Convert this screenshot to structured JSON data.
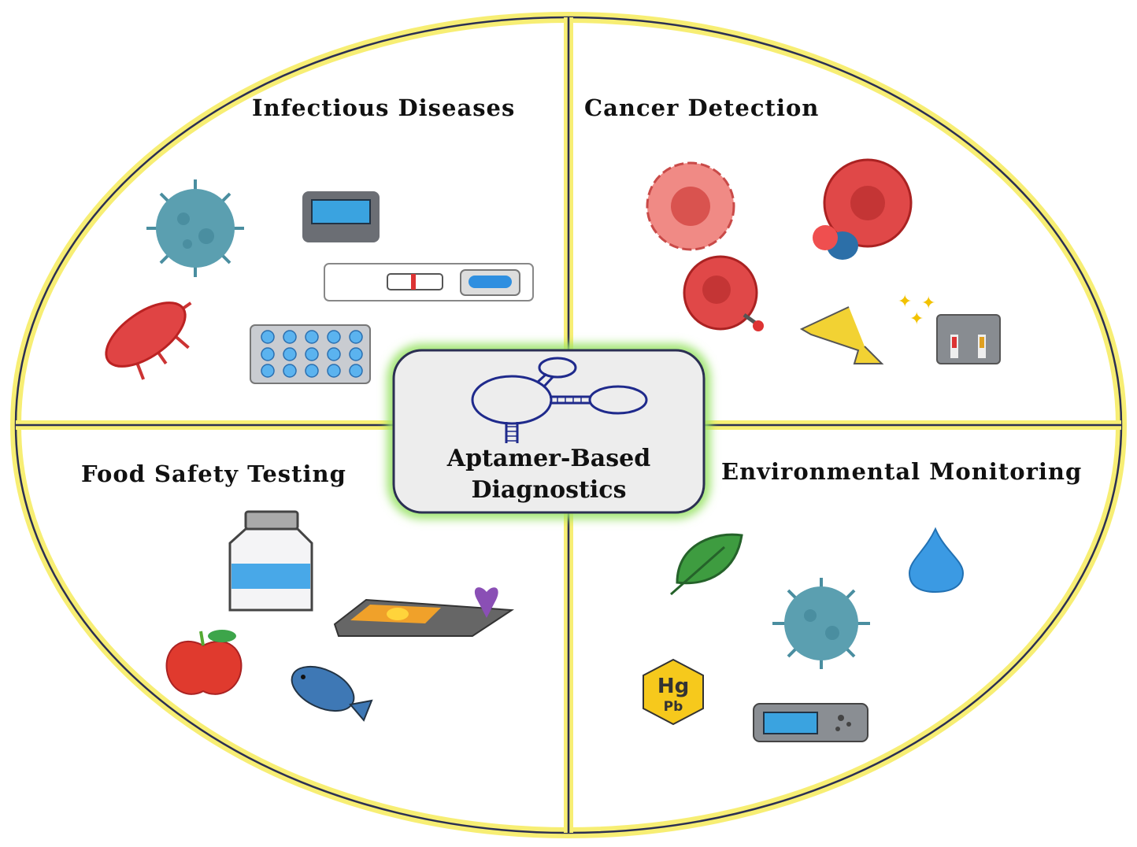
{
  "center": {
    "line1": "Aptamer-Based",
    "line2": "Diagnostics"
  },
  "quadrants": {
    "top_left": "Infectious Diseases",
    "top_right": "Cancer Detection",
    "bottom_left": "Food Safety Testing",
    "bottom_right": "Environmental Monitoring"
  },
  "heavy_metals": {
    "hg": "Hg",
    "pb": "Pb"
  },
  "colors": {
    "ring": "#f5ec6a",
    "outline": "#2b2f52",
    "center_glow": "#9be36a",
    "aptamer": "#1f2a8c"
  }
}
